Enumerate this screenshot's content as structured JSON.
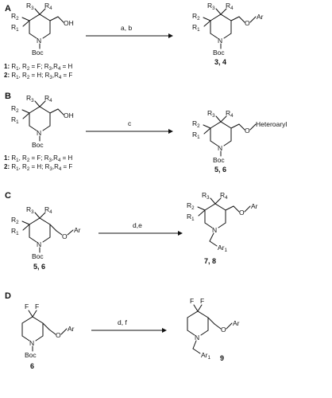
{
  "panels": {
    "A": {
      "label": "A",
      "reagents": "a, b",
      "substituent_start": "OH",
      "substituent_end": "Ar",
      "oxygen": "O",
      "nitrogen": "N",
      "protecting_group": "Boc",
      "product_ids": "3, 4",
      "note1_id": "1:",
      "note1_text": "R1, R2 = F; R3,R4 = H",
      "note2_id": "2:",
      "note2_text": "R1, R2 = H; R3,R4 = F"
    },
    "B": {
      "label": "B",
      "reagents": "c",
      "substituent_start": "OH",
      "substituent_end": "Heteroaryl",
      "oxygen": "O",
      "nitrogen": "N",
      "protecting_group": "Boc",
      "product_ids": "5, 6",
      "note1_id": "1:",
      "note1_text": "R1, R2 = F; R3,R4 = H",
      "note2_id": "2:",
      "note2_text": "R1, R2 = H; R3,R4 = F"
    },
    "C": {
      "label": "C",
      "reagents": "d,e",
      "substituent": "Ar",
      "oxygen": "O",
      "nitrogen": "N",
      "protecting_group": "Boc",
      "n_substituent": "Ar1",
      "start_ids": "5, 6",
      "product_ids": "7, 8"
    },
    "D": {
      "label": "D",
      "reagents": "d, f",
      "fluorine": "F",
      "substituent": "Ar",
      "oxygen": "O",
      "nitrogen": "N",
      "protecting_group": "Boc",
      "n_substituent": "Ar1",
      "start_id": "6",
      "product_id": "9"
    }
  },
  "r_groups": [
    "R1",
    "R2",
    "R3",
    "R4"
  ]
}
